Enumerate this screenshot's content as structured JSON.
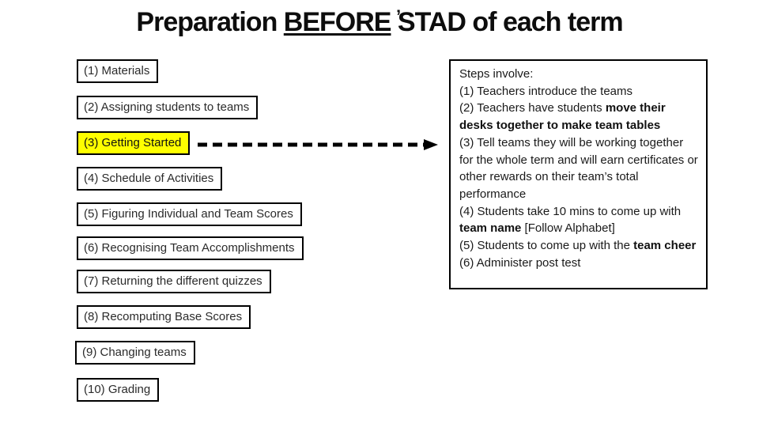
{
  "title": {
    "prefix": "Preparation ",
    "underlined": "BEFORE",
    "suffix": " STAD of each term",
    "stray_mark": "’"
  },
  "left_items": [
    {
      "label": "(1) Materials",
      "highlighted": false
    },
    {
      "label": "(2) Assigning students to teams",
      "highlighted": false
    },
    {
      "label": "(3) Getting Started",
      "highlighted": true
    },
    {
      "label": "(4) Schedule of Activities",
      "highlighted": false
    },
    {
      "label": "(5) Figuring Individual and Team Scores",
      "highlighted": false
    },
    {
      "label": "(6) Recognising Team Accomplishments",
      "highlighted": false
    },
    {
      "label": "(7) Returning the different quizzes",
      "highlighted": false
    },
    {
      "label": "(8) Recomputing Base Scores",
      "highlighted": false
    },
    {
      "label": "(9) Changing teams",
      "highlighted": false
    },
    {
      "label": "(10) Grading",
      "highlighted": false
    }
  ],
  "arrow": {
    "type": "dashed-right-arrow",
    "color": "#000000"
  },
  "right_panel": {
    "paragraphs": [
      {
        "segments": [
          {
            "t": "Steps involve:",
            "b": false
          }
        ]
      },
      {
        "segments": [
          {
            "t": "(1) Teachers introduce the teams",
            "b": false
          }
        ]
      },
      {
        "segments": [
          {
            "t": "(2) Teachers have students ",
            "b": false
          },
          {
            "t": "move their desks together to make team tables",
            "b": true
          }
        ]
      },
      {
        "segments": [
          {
            "t": "(3) Tell teams they will be working together for the whole term and will earn certificates or other rewards on their team’s total performance",
            "b": false
          }
        ]
      },
      {
        "segments": [
          {
            "t": "(4) Students take 10 mins to come up with ",
            "b": false
          },
          {
            "t": "team name",
            "b": true
          },
          {
            "t": " [Follow Alphabet]",
            "b": false
          }
        ]
      },
      {
        "segments": [
          {
            "t": "(5) Students to come up with the ",
            "b": false
          },
          {
            "t": "team cheer",
            "b": true
          }
        ]
      },
      {
        "segments": [
          {
            "t": "(6) Administer post test",
            "b": false
          }
        ]
      }
    ]
  },
  "colors": {
    "background": "#ffffff",
    "highlight": "#ffff00",
    "border": "#000000",
    "text": "#1a1a1a"
  }
}
